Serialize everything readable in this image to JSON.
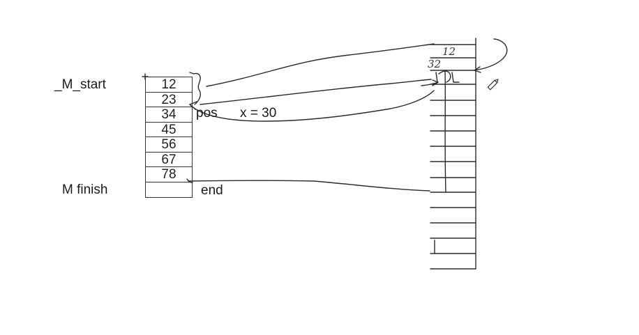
{
  "labels": {
    "start": "_M_start",
    "finish": "M  finish",
    "pos": "pos",
    "assign": "x = 30",
    "end": "end"
  },
  "left_array": {
    "values": [
      "12",
      "23",
      "34",
      "45",
      "56",
      "67",
      "78",
      ""
    ]
  },
  "right_array": {
    "handwritten": [
      "12",
      "32"
    ]
  }
}
